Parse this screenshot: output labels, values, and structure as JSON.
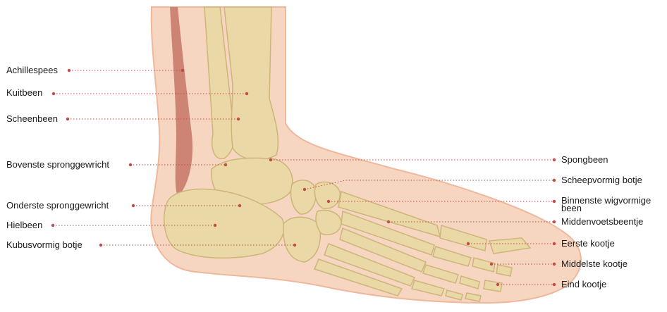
{
  "colors": {
    "skin": "#f7d6c1",
    "skin_edge": "#efb79c",
    "bone": "#ead9a6",
    "bone_shadow": "#cdb57a",
    "tendon": "#c97b6b",
    "leader": "#c24a48"
  },
  "labels_left": [
    {
      "id": "achillespees",
      "text": "Achillespees"
    },
    {
      "id": "kuitbeen",
      "text": "Kuitbeen"
    },
    {
      "id": "scheenbeen",
      "text": "Scheenbeen"
    },
    {
      "id": "bovenste",
      "text": "Bovenste spronggewricht"
    },
    {
      "id": "onderste",
      "text": "Onderste spronggewricht"
    },
    {
      "id": "hielbeen",
      "text": "Hielbeen"
    },
    {
      "id": "kubusvormig",
      "text": "Kubusvormig botje"
    }
  ],
  "labels_right": [
    {
      "id": "spongbeen",
      "text": "Spongbeen"
    },
    {
      "id": "scheepvormig",
      "text": "Scheepvormig botje"
    },
    {
      "id": "binnenste",
      "text": "Binnenste wigvormige been"
    },
    {
      "id": "middenvoets",
      "text": "Middenvoetsbeentje"
    },
    {
      "id": "eerste",
      "text": "Eerste kootje"
    },
    {
      "id": "middelste",
      "text": "Middelste kootje"
    },
    {
      "id": "eind",
      "text": "Eind kootje"
    }
  ]
}
